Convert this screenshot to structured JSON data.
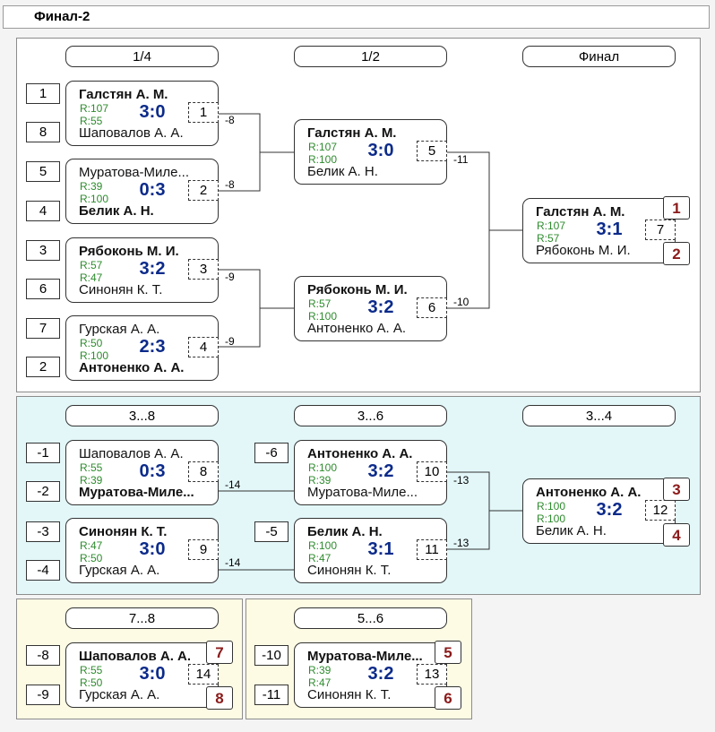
{
  "title": "Финал-2",
  "headers": {
    "q": "1/4",
    "s": "1/2",
    "f": "Финал",
    "c38": "3...8",
    "c36": "3...6",
    "c34": "3...4",
    "c78": "7...8",
    "c56": "5...6"
  },
  "seeds": {
    "s1": "1",
    "s2": "8",
    "s3": "5",
    "s4": "4",
    "s5": "3",
    "s6": "6",
    "s7": "7",
    "s8": "2",
    "c1": "-1",
    "c2": "-2",
    "c3": "-3",
    "c4": "-4",
    "c5": "-6",
    "c6": "-5",
    "d1": "-8",
    "d2": "-9",
    "d3": "-10",
    "d4": "-11"
  },
  "matches": {
    "m1": {
      "p1": "Галстян А. М.",
      "p2": "Шаповалов А. А.",
      "r1": "R:107",
      "r2": "R:55",
      "score": "3:0",
      "num": "1"
    },
    "m2": {
      "p1": "Муратова-Миле...",
      "p2": "Белик А. Н.",
      "r1": "R:39",
      "r2": "R:100",
      "score": "0:3",
      "num": "2"
    },
    "m3": {
      "p1": "Рябоконь М. И.",
      "p2": "Синонян К. Т.",
      "r1": "R:57",
      "r2": "R:47",
      "score": "3:2",
      "num": "3"
    },
    "m4": {
      "p1": "Гурская А. А.",
      "p2": "Антоненко А. А.",
      "r1": "R:50",
      "r2": "R:100",
      "score": "2:3",
      "num": "4"
    },
    "m5": {
      "p1": "Галстян А. М.",
      "p2": "Белик А. Н.",
      "r1": "R:107",
      "r2": "R:100",
      "score": "3:0",
      "num": "5"
    },
    "m6": {
      "p1": "Рябоконь М. И.",
      "p2": "Антоненко А. А.",
      "r1": "R:57",
      "r2": "R:100",
      "score": "3:2",
      "num": "6"
    },
    "m7": {
      "p1": "Галстян А. М.",
      "p2": "Рябоконь М. И.",
      "r1": "R:107",
      "r2": "R:57",
      "score": "3:1",
      "num": "7"
    },
    "m8": {
      "p1": "Шаповалов А. А.",
      "p2": "Муратова-Миле...",
      "r1": "R:55",
      "r2": "R:39",
      "score": "0:3",
      "num": "8"
    },
    "m9": {
      "p1": "Синонян К. Т.",
      "p2": "Гурская А. А.",
      "r1": "R:47",
      "r2": "R:50",
      "score": "3:0",
      "num": "9"
    },
    "m10": {
      "p1": "Антоненко А. А.",
      "p2": "Муратова-Миле...",
      "r1": "R:100",
      "r2": "R:39",
      "score": "3:2",
      "num": "10"
    },
    "m11": {
      "p1": "Белик А. Н.",
      "p2": "Синонян К. Т.",
      "r1": "R:100",
      "r2": "R:47",
      "score": "3:1",
      "num": "11"
    },
    "m12": {
      "p1": "Антоненко А. А.",
      "p2": "Белик А. Н.",
      "r1": "R:100",
      "r2": "R:100",
      "score": "3:2",
      "num": "12"
    },
    "m13": {
      "p1": "Муратова-Миле...",
      "p2": "Синонян К. Т.",
      "r1": "R:39",
      "r2": "R:47",
      "score": "3:2",
      "num": "13"
    },
    "m14": {
      "p1": "Шаповалов А. А.",
      "p2": "Гурская А. А.",
      "r1": "R:55",
      "r2": "R:50",
      "score": "3:0",
      "num": "14"
    }
  },
  "refs": {
    "r1": "-8",
    "r2": "-8",
    "r3": "-9",
    "r4": "-9",
    "r5": "-11",
    "r6": "-10",
    "r7": "-14",
    "r8": "-14",
    "r9": "-13",
    "r10": "-13"
  },
  "places": {
    "p1": "1",
    "p2": "2",
    "p3": "3",
    "p4": "4",
    "p5": "7",
    "p6": "8",
    "p7": "5",
    "p8": "6"
  },
  "colors": {
    "panel_main": "#ffffff",
    "panel_cyan": "#e3f7f9",
    "panel_yellow": "#fdfbe3",
    "score": "#0b2a8a",
    "rating": "#2e8b2e",
    "place": "#8b1a1a"
  }
}
